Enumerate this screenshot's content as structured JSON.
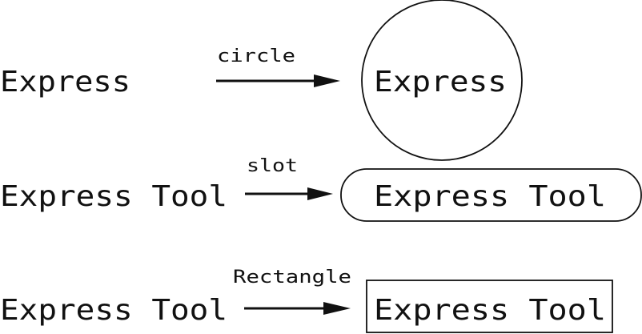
{
  "rows": [
    {
      "source_text": "Express",
      "arrow_label": "circle",
      "result_text": "Express",
      "shape": "circle"
    },
    {
      "source_text": "Express Tool",
      "arrow_label": "slot",
      "result_text": "Express Tool",
      "shape": "slot"
    },
    {
      "source_text": "Express Tool",
      "arrow_label": "Rectangle",
      "result_text": "Express Tool",
      "shape": "rectangle"
    }
  ]
}
